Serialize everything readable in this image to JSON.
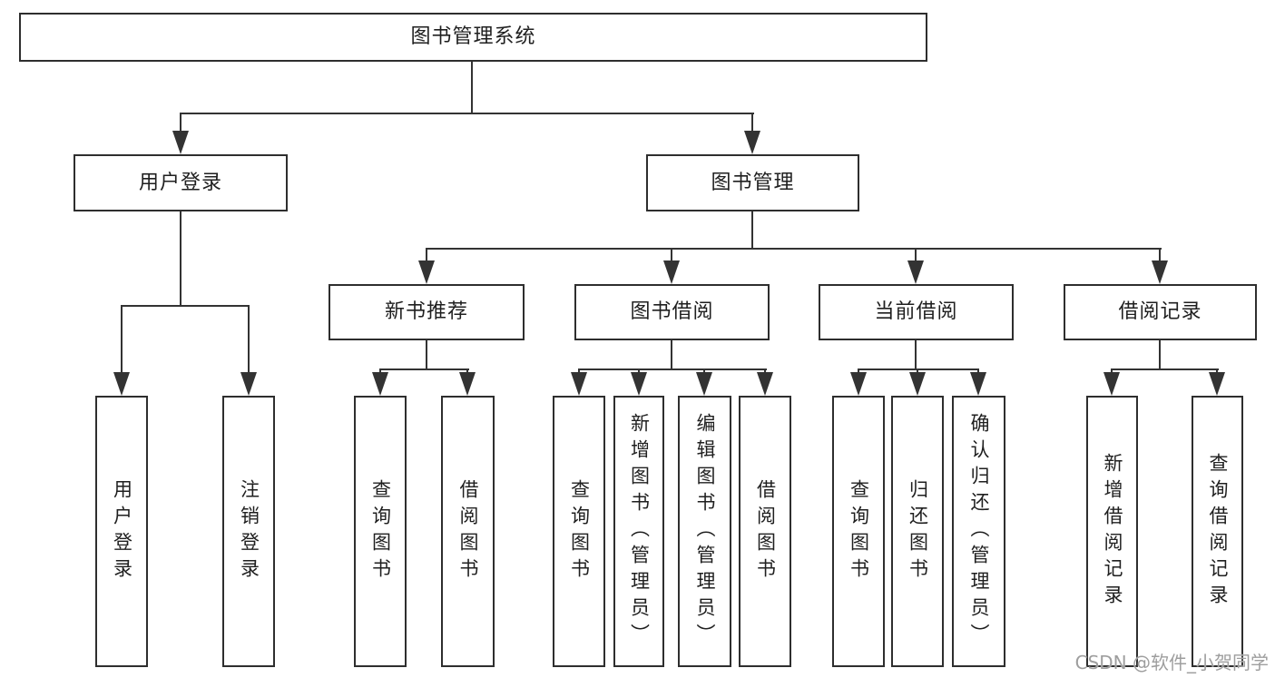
{
  "tree": {
    "label": "图书管理系统",
    "children": [
      {
        "label": "用户登录",
        "children": [
          {
            "label": "用户登录"
          },
          {
            "label": "注销登录"
          }
        ]
      },
      {
        "label": "图书管理",
        "children": [
          {
            "label": "新书推荐",
            "children": [
              {
                "label": "查询图书"
              },
              {
                "label": "借阅图书"
              }
            ]
          },
          {
            "label": "图书借阅",
            "children": [
              {
                "label": "查询图书"
              },
              {
                "label": "新增图书（管理员）"
              },
              {
                "label": "编辑图书（管理员）"
              },
              {
                "label": "借阅图书"
              }
            ]
          },
          {
            "label": "当前借阅",
            "children": [
              {
                "label": "查询图书"
              },
              {
                "label": "归还图书"
              },
              {
                "label": "确认归还（管理员）"
              }
            ]
          },
          {
            "label": "借阅记录",
            "children": [
              {
                "label": "新增借阅记录"
              },
              {
                "label": "查询借阅记录"
              }
            ]
          }
        ]
      }
    ]
  },
  "watermark": "CSDN @软件_小贺同学",
  "colors": {
    "line": "#333333",
    "box_border": "#2e2e2e",
    "box_fill": "#ffffff",
    "text": "#1f1f1f",
    "watermark": "#9e9e9e"
  }
}
